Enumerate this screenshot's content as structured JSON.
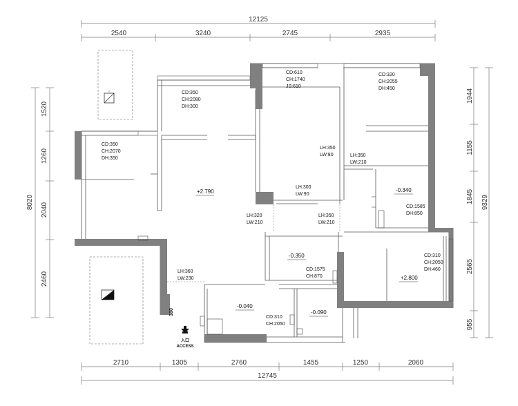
{
  "dims": {
    "top_total": "12125",
    "top_segments": [
      "2540",
      "3240",
      "2745",
      "2935"
    ],
    "bottom_total": "12745",
    "bottom_segments": [
      "2710",
      "1305",
      "2760",
      "1455",
      "1250",
      "2060"
    ],
    "left_total": "8020",
    "left_segments": [
      "1520",
      "1260",
      "2040",
      "2460"
    ],
    "right_total": "9329",
    "right_segments": [
      "1944",
      "1155",
      "1845",
      "2565",
      "955"
    ]
  },
  "notes": {
    "a1": "CD:350",
    "a2": "CH:2080",
    "a3": "DH:300",
    "b1": "CD:350",
    "b2": "CH:2070",
    "b3": "DH:350",
    "c1": "CD:610",
    "c2": "CH:1740",
    "c3": "JS:610",
    "d1": "CD:320",
    "d2": "CH:2055",
    "d3": "DH:450",
    "e1": "LH:350",
    "e2": "LW:80",
    "f1": "LH:350",
    "f2": "LW:210",
    "g1": "LH:300",
    "g2": "LW:90",
    "h1": "CD:1585",
    "h2": "DH:850",
    "i1": "LH:320",
    "i2": "LW:210",
    "j1": "LH:350",
    "j2": "LW:210",
    "k1": "CD:1575",
    "k2": "CH:870",
    "l1": "CD:310",
    "l2": "CH:2050",
    "l3": "DH:460",
    "m1": "LH:360",
    "m2": "LW:230",
    "n1": "CD:310",
    "n2": "CH:2050"
  },
  "levels": {
    "living": "+2.790",
    "kitchen": "-0.340",
    "mid": "-0.350",
    "bedroom": "+2.800",
    "bath": "-0.040",
    "bath2": "-0.090"
  },
  "door_side": "380",
  "entrance": {
    "cn": "入口",
    "en": "ACCESS"
  }
}
